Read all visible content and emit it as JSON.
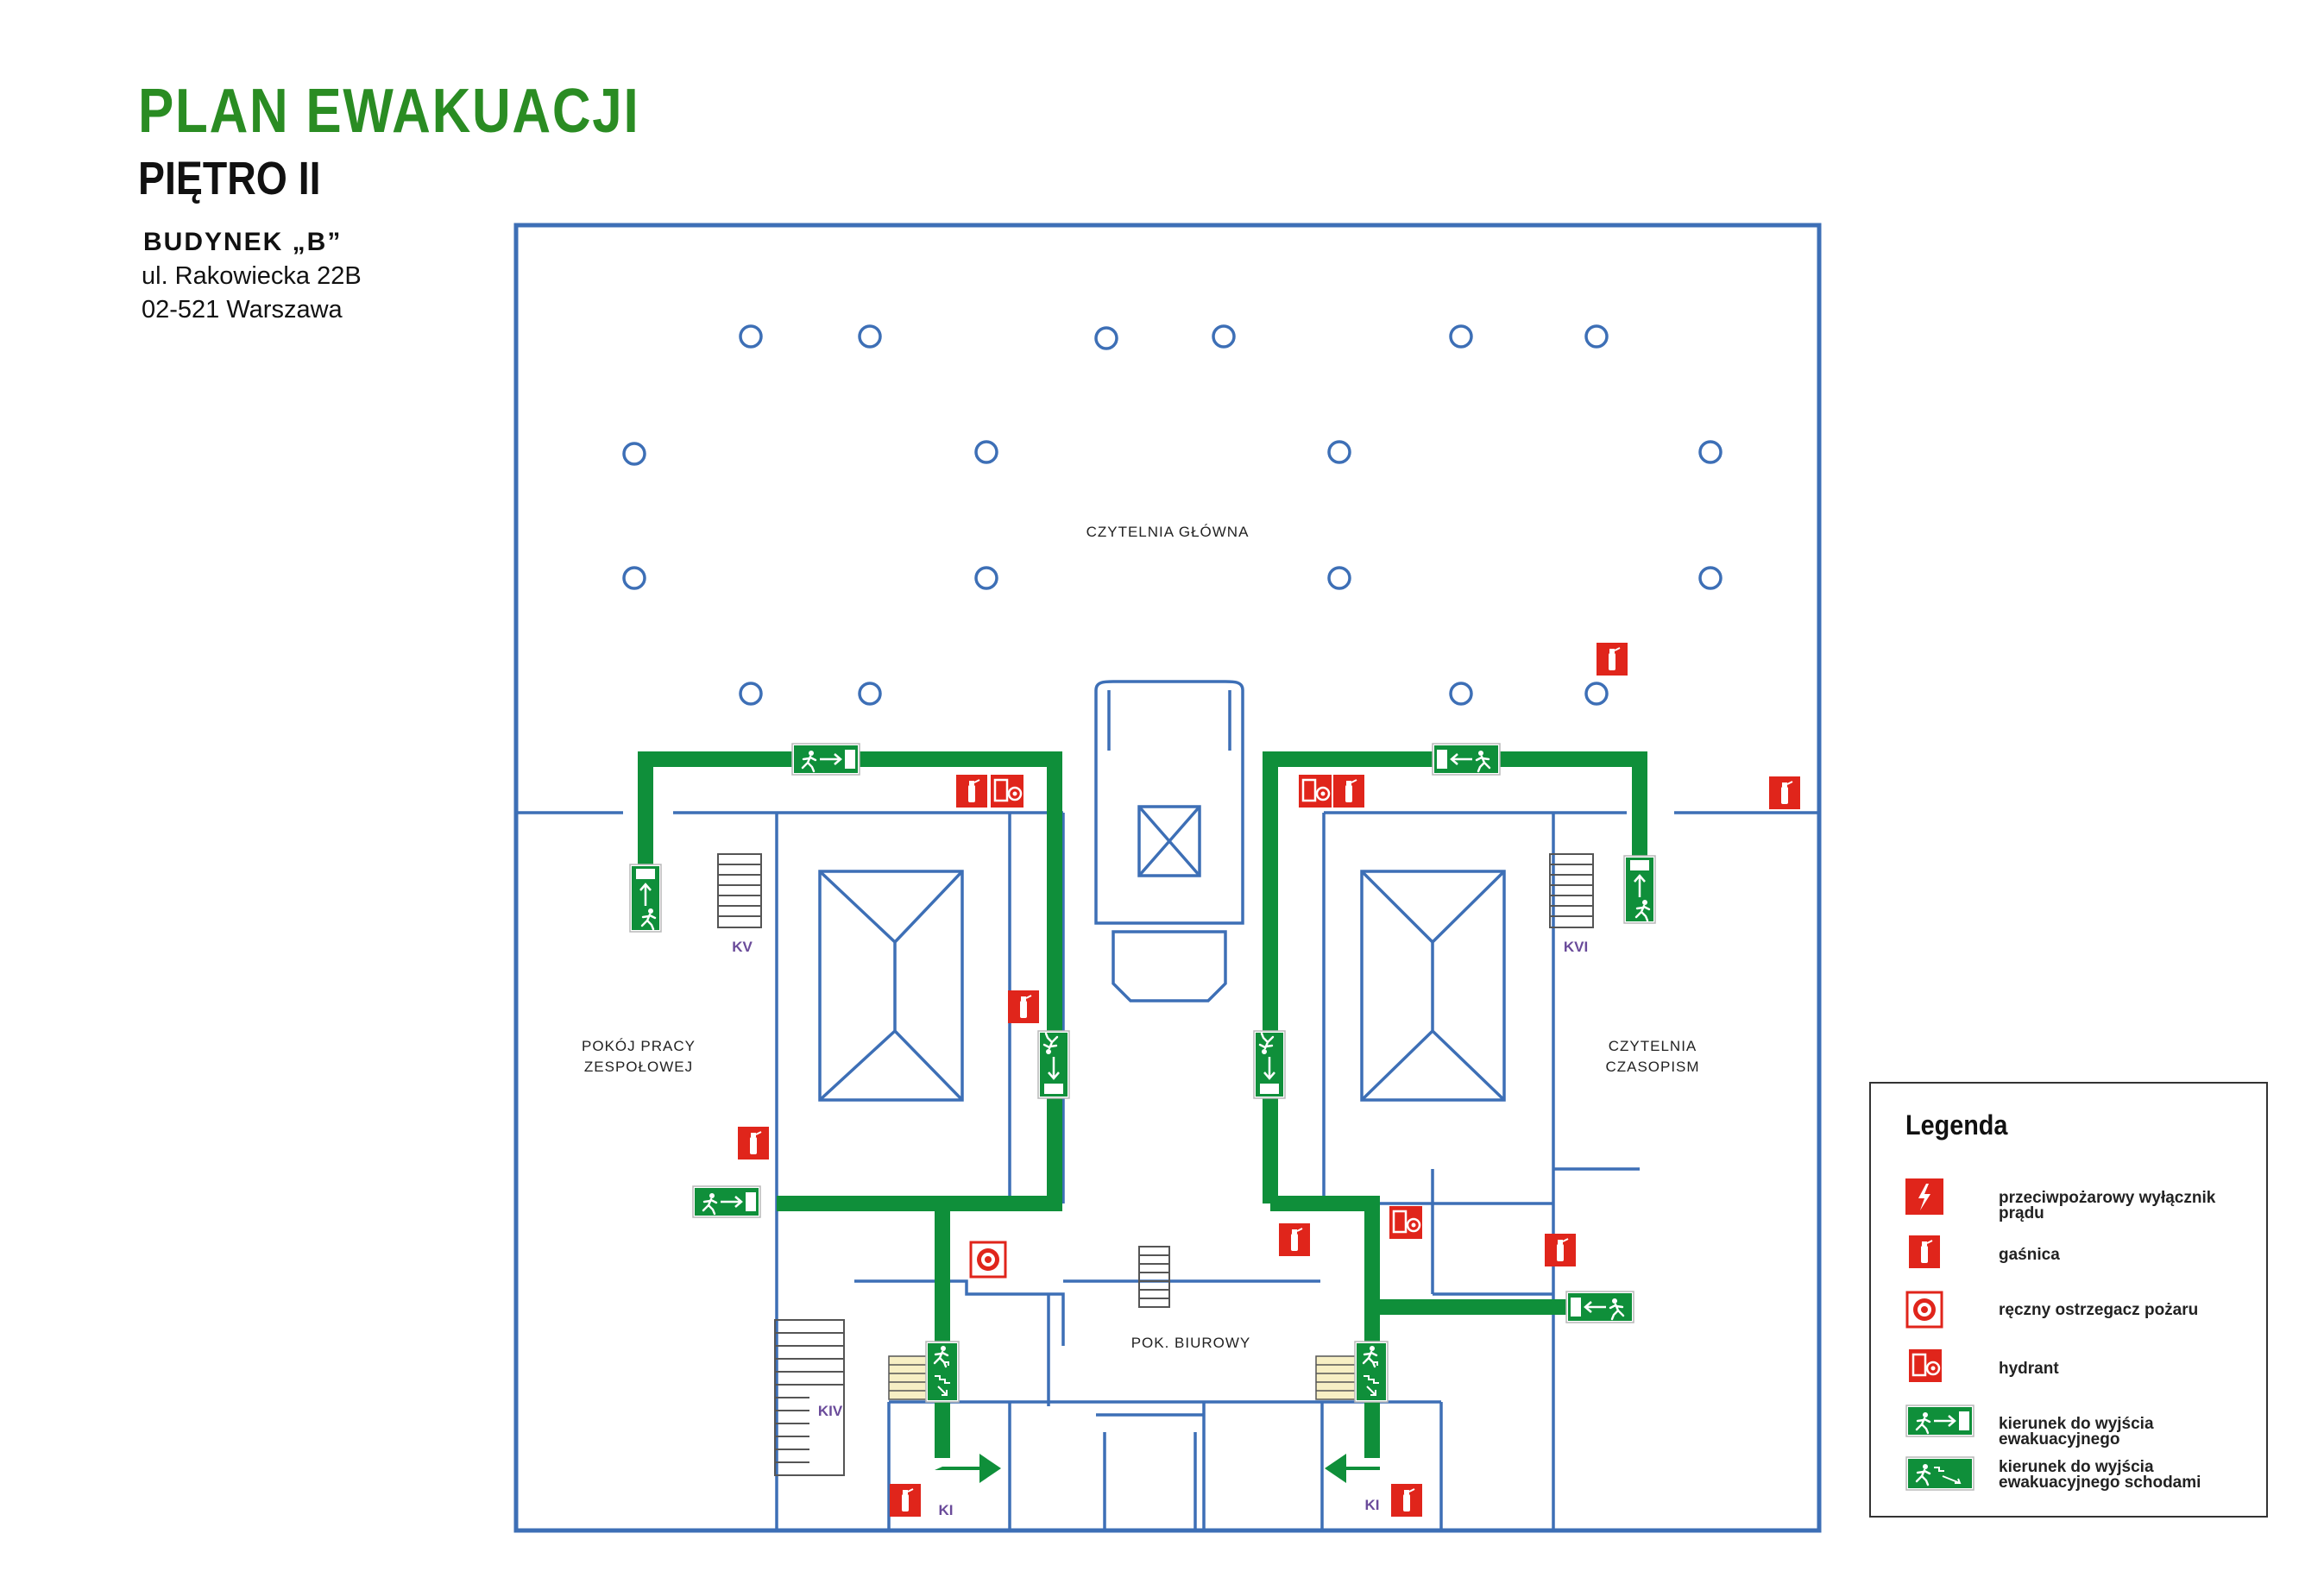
{
  "header": {
    "title": "PLAN EWAKUACJI",
    "subtitle": "PIĘTRO II",
    "building": "BUDYNEK „B”",
    "address_line1": "ul. Rakowiecka 22B",
    "address_line2": "02-521 Warszawa"
  },
  "rooms": {
    "main_reading_room": "CZYTELNIA GŁÓWNA",
    "team_room_line1": "POKÓJ PRACY",
    "team_room_line2": "ZESPOŁOWEJ",
    "periodicals_line1": "CZYTELNIA",
    "periodicals_line2": "CZASOPISM",
    "office": "POK. BIUROWY"
  },
  "stairs": {
    "kv": "KV",
    "kvi": "KVI",
    "kiv": "KIV",
    "ki_left": "KI",
    "ki_right": "KI"
  },
  "legend": {
    "title": "Legenda",
    "items": [
      {
        "icon": "power-switch-icon",
        "label": "przeciwpożarowy wyłącznik prądu"
      },
      {
        "icon": "fire-extinguisher-icon",
        "label": "gaśnica"
      },
      {
        "icon": "fire-alarm-call-point-icon",
        "label": "ręczny ostrzegacz pożaru"
      },
      {
        "icon": "hydrant-icon",
        "label": "hydrant"
      },
      {
        "icon": "exit-direction-icon",
        "label": "kierunek do wyjścia ewakuacyjnego"
      },
      {
        "icon": "exit-stairs-icon",
        "label": "kierunek do wyjścia ewakuacyjnego schodami"
      }
    ]
  },
  "colors": {
    "wall": "#3d6fb6",
    "route": "#0f8f3a",
    "safety_red": "#e0251b",
    "title_green": "#2a8c23",
    "stair_label": "#6a4b9a"
  }
}
